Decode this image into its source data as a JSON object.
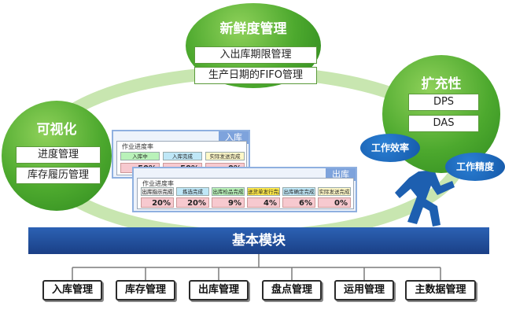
{
  "freshness": {
    "title": "新鲜度管理",
    "items": [
      "入出库期限管理",
      "生产日期的FIFO管理"
    ]
  },
  "visibility": {
    "title": "可视化",
    "items": [
      "进度管理",
      "库存履历管理"
    ]
  },
  "expansion": {
    "title": "扩充性",
    "items": [
      "DPS",
      "DAS"
    ]
  },
  "inbound_panel": {
    "tab": "入库",
    "title": "作业进度率",
    "cells": [
      {
        "label": "入库中",
        "value": "50%",
        "color": "#b9f2b9"
      },
      {
        "label": "入库完成",
        "value": "50%",
        "color": "#bfe7f7"
      },
      {
        "label": "实际发送完成",
        "value": "0%",
        "color": "#fff8c8"
      }
    ]
  },
  "outbound_panel": {
    "tab": "出库",
    "title": "作业进度率",
    "cells": [
      {
        "label": "出库指示完成",
        "value": "20%",
        "color": "#e8e8e8"
      },
      {
        "label": "拣选完成",
        "value": "20%",
        "color": "#bfe7f7"
      },
      {
        "label": "出库检品完成",
        "value": "9%",
        "color": "#b9f2b9"
      },
      {
        "label": "送货单发行完成",
        "value": "4%",
        "color": "#ffe94a"
      },
      {
        "label": "出库确定完成",
        "value": "6%",
        "color": "#bfe7f7"
      },
      {
        "label": "实际发送完成",
        "value": "0%",
        "color": "#fff8c8"
      }
    ]
  },
  "bubbles": [
    "工作效率",
    "工作精度"
  ],
  "base": {
    "title": "基本模块"
  },
  "modules": [
    "入库管理",
    "库存管理",
    "出库管理",
    "盘点管理",
    "运用管理",
    "主数据管理"
  ],
  "colors": {
    "green": "#4da92e",
    "blue_bar": "#1a3f86",
    "bubble_blue": "#1558a8"
  }
}
